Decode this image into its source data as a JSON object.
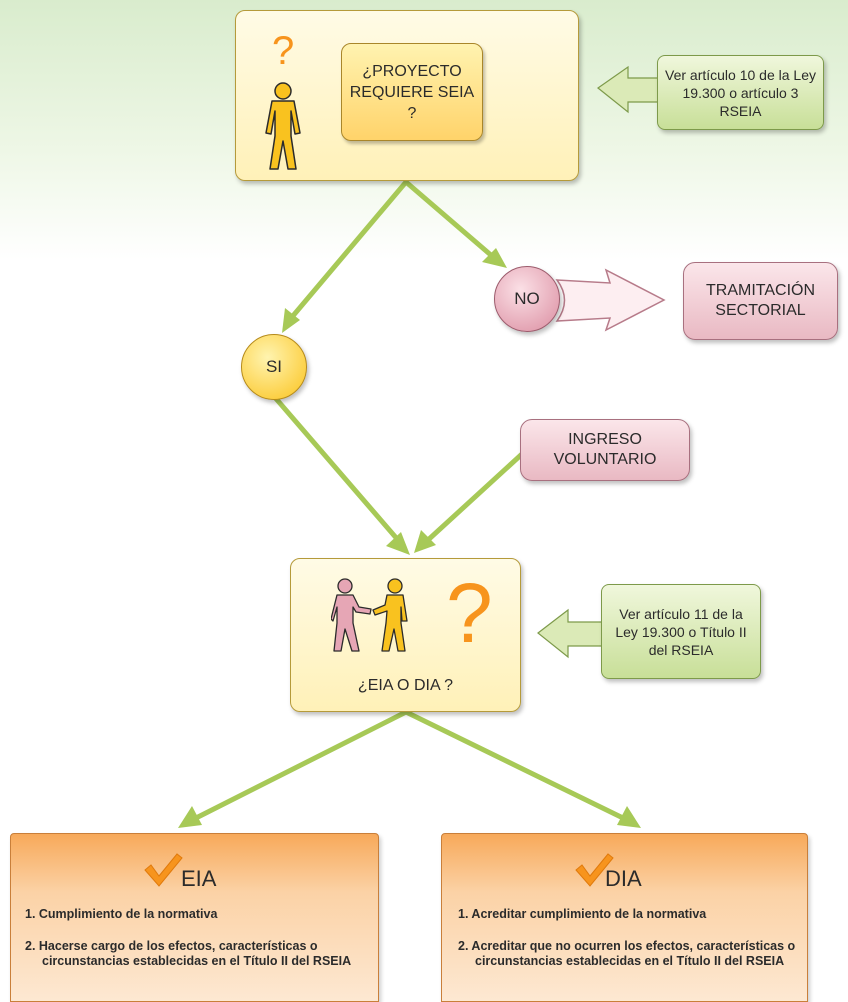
{
  "decision_top": {
    "question": "¿PROYECTO REQUIERE SEIA ?",
    "icon": "person-question-icon",
    "glyph": "?"
  },
  "note_top": {
    "text": "Ver artículo 10 de la Ley 19.300 o artículo 3 RSEIA"
  },
  "answer_no": "NO",
  "answer_si": "SI",
  "tramitacion": "TRAMITACIÓN SECTORIAL",
  "ingreso": "INGRESO VOLUNTARIO",
  "decision_eia_dia": {
    "question": "¿EIA O DIA ?",
    "icon": "two-people-question-icon",
    "glyph": "?"
  },
  "note_mid": {
    "text": "Ver artículo 11 de la Ley 19.300 o Título II del RSEIA"
  },
  "eia": {
    "title": "EIA",
    "items": [
      "1.  Cumplimiento de la normativa",
      "2.  Hacerse cargo de los efectos, características o circunstancias establecidas en el Título II del RSEIA"
    ]
  },
  "dia": {
    "title": "DIA",
    "items": [
      "1.  Acreditar cumplimiento de la normativa",
      "2.  Acreditar que no ocurren los efectos, características o circunstancias establecidas en el Título II del RSEIA"
    ]
  },
  "colors": {
    "connector": "#a7c957",
    "yellow": "#ffd36a",
    "pink": "#e9b9c3",
    "green": "#c8df98",
    "orange": "#f7a95a",
    "check": "#f7941d"
  }
}
